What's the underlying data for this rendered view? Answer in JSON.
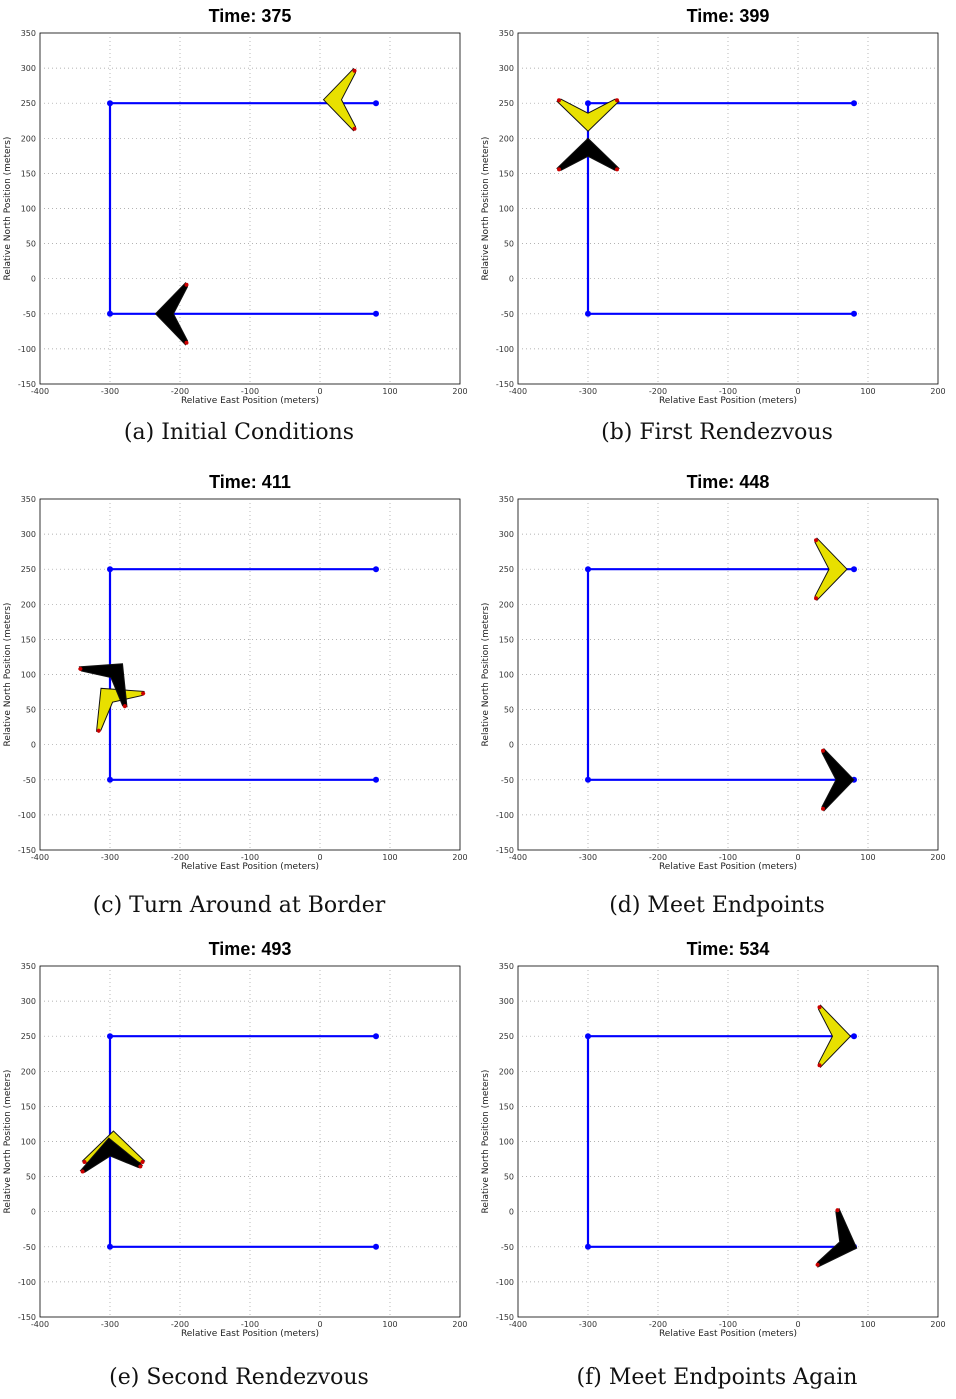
{
  "figure": {
    "panels": [
      {
        "caption": "(a) Initial Conditions"
      },
      {
        "caption": "(b) First Rendezvous"
      },
      {
        "caption": "(c) Turn Around at Border"
      },
      {
        "caption": "(d) Meet Endpoints"
      },
      {
        "caption": "(e) Second Rendezvous"
      },
      {
        "caption": "(f) Meet Endpoints Again"
      }
    ]
  },
  "colors": {
    "path": "#0000ff",
    "uav_yellow": "#e8e000",
    "uav_black": "#000000",
    "grid": "#9a9a9a",
    "wingtip": "#cc0000"
  },
  "chart_data": [
    {
      "type": "scatter",
      "title": "Time: 375",
      "xlabel": "Relative East Position (meters)",
      "ylabel": "Relative North Position (meters)",
      "xlim": [
        -400,
        200
      ],
      "ylim": [
        -150,
        350
      ],
      "xticks": [
        "-400",
        "-300",
        "-200",
        "-100",
        "0",
        "100",
        "200"
      ],
      "yticks": [
        "-150",
        "-100",
        "-50",
        "0",
        "50",
        "100",
        "150",
        "200",
        "250",
        "300",
        "350"
      ],
      "grid": true,
      "path": [
        [
          80,
          250
        ],
        [
          -300,
          250
        ],
        [
          -300,
          -50
        ],
        [
          80,
          -50
        ]
      ],
      "waypoints": [
        [
          80,
          250
        ],
        [
          -300,
          250
        ],
        [
          -300,
          -50
        ],
        [
          80,
          -50
        ]
      ],
      "uavs": [
        {
          "color": "yellow",
          "x": 25,
          "y": 255,
          "heading": 180
        },
        {
          "color": "black",
          "x": -215,
          "y": -50,
          "heading": 180
        }
      ]
    },
    {
      "type": "scatter",
      "title": "Time: 399",
      "xlabel": "Relative East Position (meters)",
      "ylabel": "Relative North Position (meters)",
      "xlim": [
        -400,
        200
      ],
      "ylim": [
        -150,
        350
      ],
      "xticks": [
        "-400",
        "-300",
        "-200",
        "-100",
        "0",
        "100",
        "200"
      ],
      "yticks": [
        "-150",
        "-100",
        "-50",
        "0",
        "50",
        "100",
        "150",
        "200",
        "250",
        "300",
        "350"
      ],
      "grid": true,
      "path": [
        [
          80,
          250
        ],
        [
          -300,
          250
        ],
        [
          -300,
          -50
        ],
        [
          80,
          -50
        ]
      ],
      "waypoints": [
        [
          80,
          250
        ],
        [
          -300,
          250
        ],
        [
          -300,
          -50
        ],
        [
          80,
          -50
        ]
      ],
      "uavs": [
        {
          "color": "yellow",
          "x": -300,
          "y": 230,
          "heading": -90
        },
        {
          "color": "black",
          "x": -300,
          "y": 180,
          "heading": 90
        }
      ]
    },
    {
      "type": "scatter",
      "title": "Time: 411",
      "xlabel": "Relative East Position (meters)",
      "ylabel": "Relative North Position (meters)",
      "xlim": [
        -400,
        200
      ],
      "ylim": [
        -150,
        350
      ],
      "xticks": [
        "-400",
        "-300",
        "-200",
        "-100",
        "0",
        "100",
        "200"
      ],
      "yticks": [
        "-150",
        "-100",
        "-50",
        "0",
        "50",
        "100",
        "150",
        "200",
        "250",
        "300",
        "350"
      ],
      "grid": true,
      "path": [
        [
          80,
          250
        ],
        [
          -300,
          250
        ],
        [
          -300,
          -50
        ],
        [
          80,
          -50
        ]
      ],
      "waypoints": [
        [
          80,
          250
        ],
        [
          -300,
          250
        ],
        [
          -300,
          -50
        ],
        [
          80,
          -50
        ]
      ],
      "uavs": [
        {
          "color": "yellow",
          "x": -300,
          "y": 65,
          "heading": 130
        },
        {
          "color": "black",
          "x": -295,
          "y": 100,
          "heading": 50
        }
      ]
    },
    {
      "type": "scatter",
      "title": "Time: 448",
      "xlabel": "Relative East Position (meters)",
      "ylabel": "Relative North Position (meters)",
      "xlim": [
        -400,
        200
      ],
      "ylim": [
        -150,
        350
      ],
      "xticks": [
        "-400",
        "-300",
        "-200",
        "-100",
        "0",
        "100",
        "200"
      ],
      "yticks": [
        "-150",
        "-100",
        "-50",
        "0",
        "50",
        "100",
        "150",
        "200",
        "250",
        "300",
        "350"
      ],
      "grid": true,
      "path": [
        [
          80,
          250
        ],
        [
          -300,
          250
        ],
        [
          -300,
          -50
        ],
        [
          80,
          -50
        ]
      ],
      "waypoints": [
        [
          80,
          250
        ],
        [
          -300,
          250
        ],
        [
          -300,
          -50
        ],
        [
          80,
          -50
        ]
      ],
      "uavs": [
        {
          "color": "yellow",
          "x": 50,
          "y": 250,
          "heading": 0
        },
        {
          "color": "black",
          "x": 60,
          "y": -50,
          "heading": 0
        }
      ]
    },
    {
      "type": "scatter",
      "title": "Time: 493",
      "xlabel": "Relative East Position (meters)",
      "ylabel": "Relative North Position (meters)",
      "xlim": [
        -400,
        200
      ],
      "ylim": [
        -150,
        350
      ],
      "xticks": [
        "-400",
        "-300",
        "-200",
        "-100",
        "0",
        "100",
        "200"
      ],
      "yticks": [
        "-150",
        "-100",
        "-50",
        "0",
        "50",
        "100",
        "150",
        "200",
        "250",
        "300",
        "350"
      ],
      "grid": true,
      "path": [
        [
          80,
          250
        ],
        [
          -300,
          250
        ],
        [
          -300,
          -50
        ],
        [
          80,
          -50
        ]
      ],
      "waypoints": [
        [
          80,
          250
        ],
        [
          -300,
          250
        ],
        [
          -300,
          -50
        ],
        [
          80,
          -50
        ]
      ],
      "uavs": [
        {
          "color": "yellow",
          "x": -295,
          "y": 95,
          "heading": 90
        },
        {
          "color": "black",
          "x": -300,
          "y": 85,
          "heading": 95
        }
      ]
    },
    {
      "type": "scatter",
      "title": "Time: 534",
      "xlabel": "Relative East Position (meters)",
      "ylabel": "Relative North Position (meters)",
      "xlim": [
        -400,
        200
      ],
      "ylim": [
        -150,
        350
      ],
      "xticks": [
        "-400",
        "-300",
        "-200",
        "-100",
        "0",
        "100",
        "200"
      ],
      "yticks": [
        "-150",
        "-100",
        "-50",
        "0",
        "50",
        "100",
        "150",
        "200",
        "250",
        "300",
        "350"
      ],
      "grid": true,
      "path": [
        [
          80,
          250
        ],
        [
          -300,
          250
        ],
        [
          -300,
          -50
        ],
        [
          80,
          -50
        ]
      ],
      "waypoints": [
        [
          80,
          250
        ],
        [
          -300,
          250
        ],
        [
          -300,
          -50
        ],
        [
          80,
          -50
        ]
      ],
      "uavs": [
        {
          "color": "yellow",
          "x": 55,
          "y": 250,
          "heading": 0
        },
        {
          "color": "black",
          "x": 65,
          "y": -45,
          "heading": -20
        }
      ]
    }
  ]
}
